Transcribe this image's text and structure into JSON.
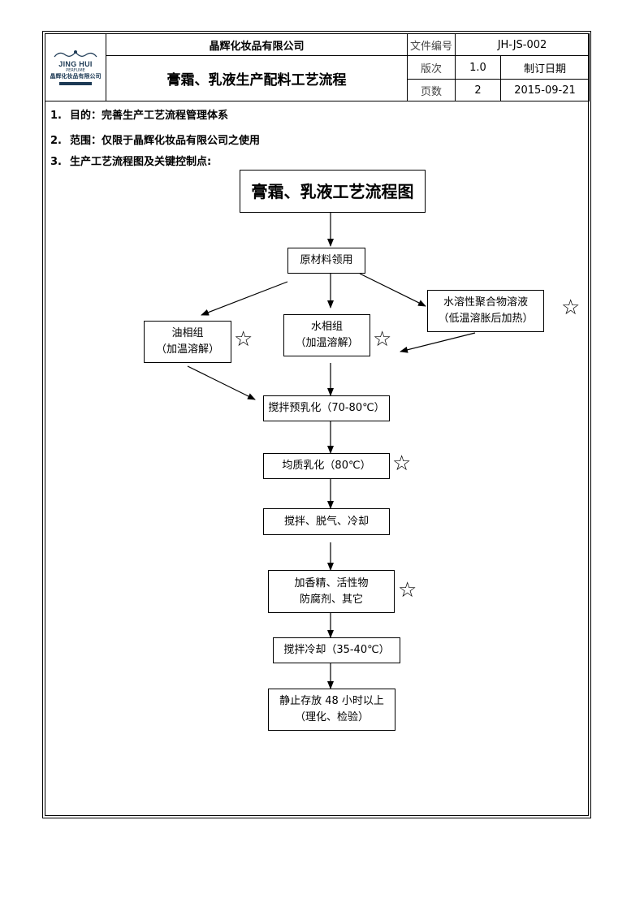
{
  "header": {
    "company": "晶辉化妆品有限公司",
    "doc_title": "膏霜、乳液生产配料工艺流程",
    "doc_no_label": "文件编号",
    "doc_no_value": "JH-JS-002",
    "version_label": "版次",
    "version_value": "1.0",
    "revision_date_label": "制订日期",
    "pages_label": "页数",
    "pages_value": "2",
    "revision_date_value": "2015-09-21",
    "logo": {
      "brand": "JING HUI",
      "sub": "PERFUME",
      "cn": "晶辉化妆品有限公司"
    }
  },
  "sections": [
    {
      "num": "1.",
      "text": "目的：完善生产工艺流程管理体系"
    },
    {
      "num": "2.",
      "text": "范围：仅限于晶辉化妆品有限公司之使用"
    },
    {
      "num": "3.",
      "text": "生产工艺流程图及关键控制点:"
    }
  ],
  "flowchart": {
    "title": "膏霜、乳液工艺流程图",
    "star_symbol": "☆",
    "nodes": {
      "receive": {
        "lines": [
          "原材料领用"
        ]
      },
      "oil": {
        "lines": [
          "油相组",
          "（加温溶解）"
        ]
      },
      "water": {
        "lines": [
          "水相组",
          "（加温溶解）"
        ]
      },
      "polymer": {
        "lines": [
          "水溶性聚合物溶液",
          "（低温溶胀后加热）"
        ]
      },
      "pre_emulsify": {
        "lines": [
          "搅拌预乳化（70-80℃）"
        ]
      },
      "homogenize": {
        "lines": [
          "均质乳化（80℃）"
        ]
      },
      "degas": {
        "lines": [
          "搅拌、脱气、冷却"
        ]
      },
      "additives": {
        "lines": [
          "加香精、活性物",
          "防腐剂、其它"
        ]
      },
      "cool": {
        "lines": [
          "搅拌冷却（35-40℃）"
        ]
      },
      "rest": {
        "lines": [
          "静止存放 48 小时以上",
          "（理化、检验）"
        ]
      }
    }
  }
}
